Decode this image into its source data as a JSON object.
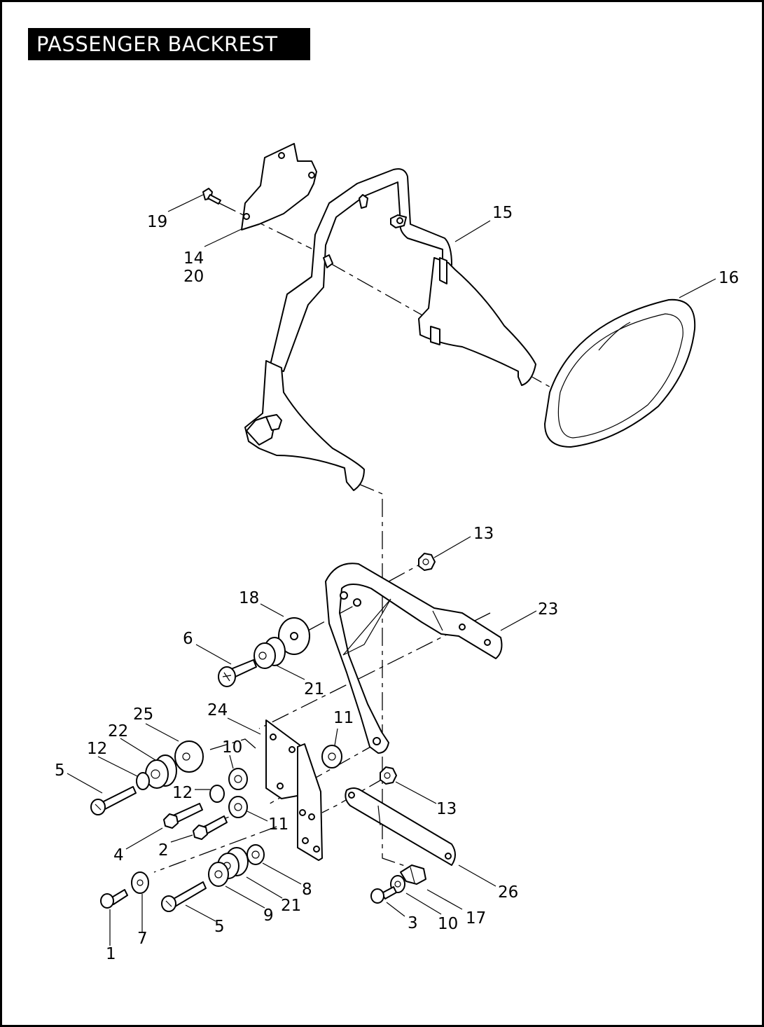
{
  "title": "PASSENGER BACKREST",
  "callouts": [
    {
      "id": "c19",
      "text": "19"
    },
    {
      "id": "c14",
      "text": "14"
    },
    {
      "id": "c20",
      "text": "20"
    },
    {
      "id": "c15",
      "text": "15"
    },
    {
      "id": "c16",
      "text": "16"
    },
    {
      "id": "c13a",
      "text": "13"
    },
    {
      "id": "c18",
      "text": "18"
    },
    {
      "id": "c23",
      "text": "23"
    },
    {
      "id": "c6",
      "text": "6"
    },
    {
      "id": "c21a",
      "text": "21"
    },
    {
      "id": "c25",
      "text": "25"
    },
    {
      "id": "c24",
      "text": "24"
    },
    {
      "id": "c11a",
      "text": "11"
    },
    {
      "id": "c22",
      "text": "22"
    },
    {
      "id": "c12a",
      "text": "12"
    },
    {
      "id": "c10a",
      "text": "10"
    },
    {
      "id": "c5a",
      "text": "5"
    },
    {
      "id": "c12b",
      "text": "12"
    },
    {
      "id": "c13b",
      "text": "13"
    },
    {
      "id": "c11b",
      "text": "11"
    },
    {
      "id": "c4",
      "text": "4"
    },
    {
      "id": "c2",
      "text": "2"
    },
    {
      "id": "c8",
      "text": "8"
    },
    {
      "id": "c26",
      "text": "26"
    },
    {
      "id": "c21b",
      "text": "21"
    },
    {
      "id": "c9",
      "text": "9"
    },
    {
      "id": "c17",
      "text": "17"
    },
    {
      "id": "c5b",
      "text": "5"
    },
    {
      "id": "c3",
      "text": "3"
    },
    {
      "id": "c10b",
      "text": "10"
    },
    {
      "id": "c7",
      "text": "7"
    },
    {
      "id": "c1",
      "text": "1"
    }
  ]
}
